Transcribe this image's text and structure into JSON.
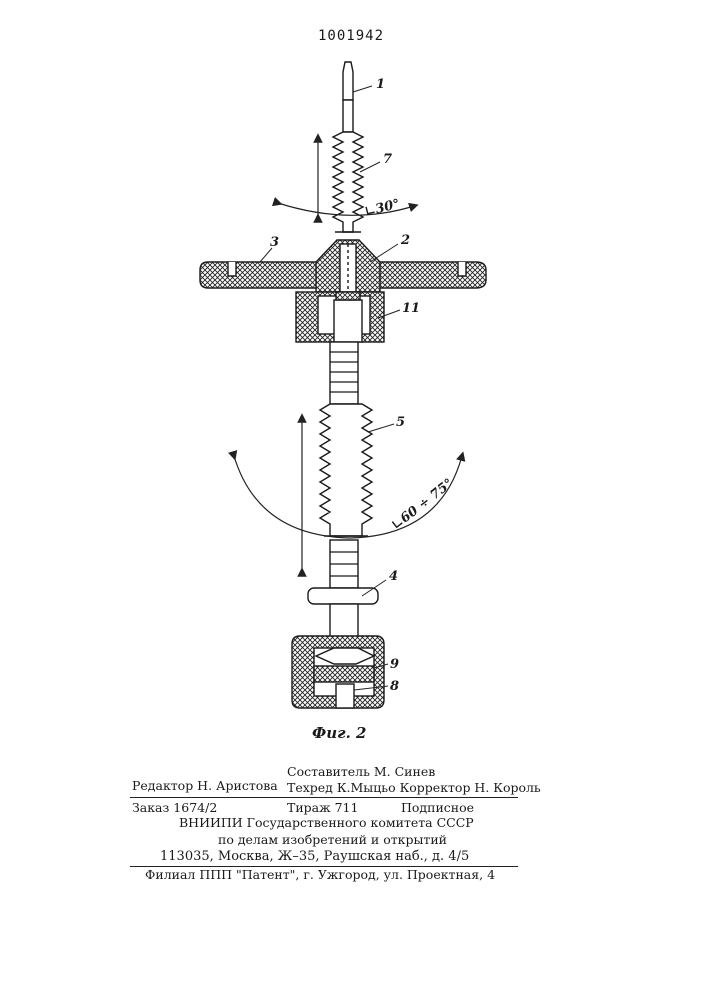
{
  "document": {
    "patent_number": "1001942",
    "figure_caption": "Фиг. 2"
  },
  "figure": {
    "part_labels": [
      "1",
      "7",
      "3",
      "2",
      "11",
      "5",
      "4",
      "9",
      "8"
    ],
    "angle_upper": "∟30°",
    "angle_lower": "∟60 ÷ 75°"
  },
  "imprint": {
    "compiler": "Составитель М. Синев",
    "editor": "Редактор Н. Аристова",
    "techred_corrector": "Техред К.Мыцьо Корректор Н. Король",
    "order": "Заказ 1674/2",
    "print_run": "Тираж 711",
    "subscription": "Подписное",
    "org_line1": "ВНИИПИ Государственного комитета СССР",
    "org_line2": "по делам изобретений и открытий",
    "address": "113035, Москва, Ж–35, Раушская наб., д. 4/5",
    "branch": "Филиал ППП \"Патент\", г. Ужгород, ул. Проектная, 4"
  }
}
